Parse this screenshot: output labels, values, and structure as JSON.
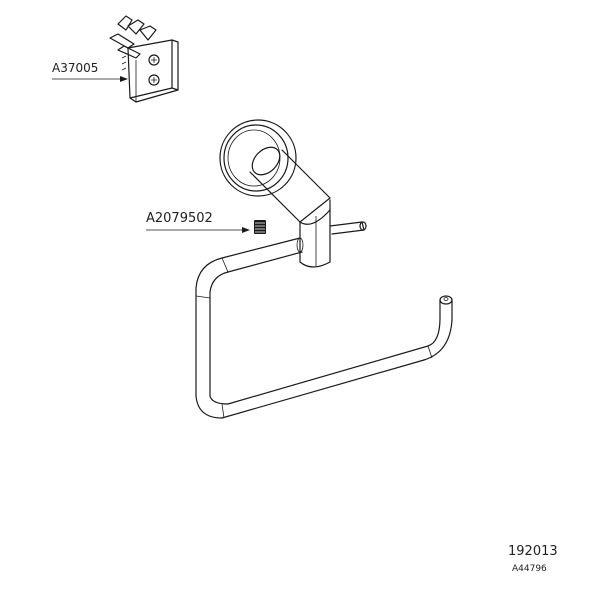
{
  "labels": {
    "clip_part": "A37005",
    "screw_part": "A2079502",
    "drawing_number": "192013",
    "sub_number": "A44796"
  },
  "colors": {
    "line": "#1a1a1a",
    "background": "#ffffff"
  }
}
